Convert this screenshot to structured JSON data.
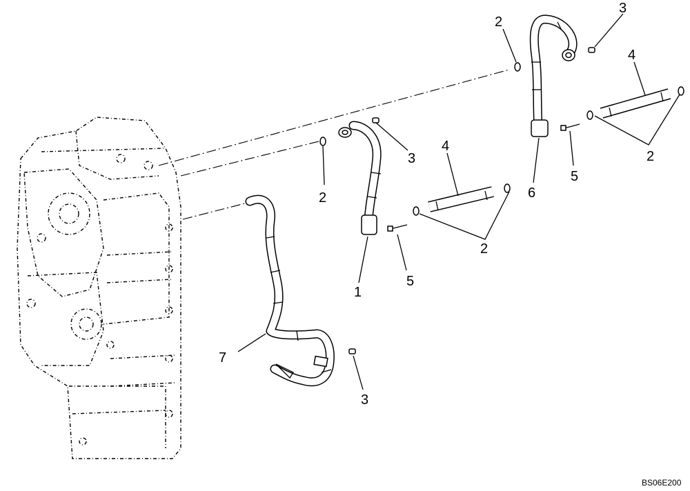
{
  "diagram": {
    "callouts": {
      "c1": "1",
      "c2a": "2",
      "c2b": "2",
      "c2c": "2",
      "c2d": "2",
      "c3a": "3",
      "c3b": "3",
      "c3c": "3",
      "c4a": "4",
      "c4b": "4",
      "c5a": "5",
      "c5b": "5",
      "c6": "6",
      "c7": "7"
    },
    "drawing_code": "BS06E200"
  }
}
